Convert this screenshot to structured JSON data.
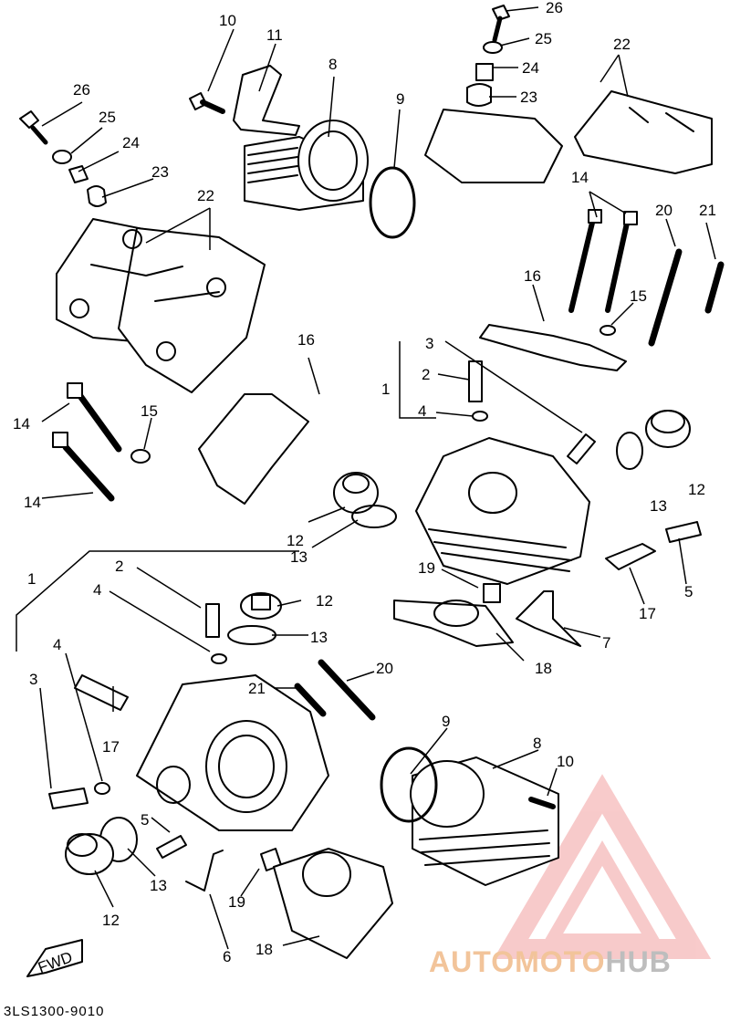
{
  "diagram_code": "3LS1300-9010",
  "fwd_label": "FWD",
  "watermark": {
    "part1": "AUTOMOTO",
    "part2": "HUB",
    "color_accent": "#f2a0a0",
    "color_text1": "#f2c49a",
    "color_text2": "#bdbdbd"
  },
  "callouts": [
    {
      "id": "c26a",
      "text": "26"
    },
    {
      "id": "c25a",
      "text": "25"
    },
    {
      "id": "c24a",
      "text": "24"
    },
    {
      "id": "c23a",
      "text": "23"
    },
    {
      "id": "c22a",
      "text": "22"
    },
    {
      "id": "c10a",
      "text": "10"
    },
    {
      "id": "c11",
      "text": "11"
    },
    {
      "id": "c8a",
      "text": "8"
    },
    {
      "id": "c9a",
      "text": "9"
    },
    {
      "id": "c26b",
      "text": "26"
    },
    {
      "id": "c25b",
      "text": "25"
    },
    {
      "id": "c24b",
      "text": "24"
    },
    {
      "id": "c23b",
      "text": "23"
    },
    {
      "id": "c22b",
      "text": "22"
    },
    {
      "id": "c14a",
      "text": "14"
    },
    {
      "id": "c20a",
      "text": "20"
    },
    {
      "id": "c21a",
      "text": "21"
    },
    {
      "id": "c16a",
      "text": "16"
    },
    {
      "id": "c15a",
      "text": "15"
    },
    {
      "id": "c3a",
      "text": "3"
    },
    {
      "id": "c2a",
      "text": "2"
    },
    {
      "id": "c1a",
      "text": "1"
    },
    {
      "id": "c4a",
      "text": "4"
    },
    {
      "id": "c16b",
      "text": "16"
    },
    {
      "id": "c14b",
      "text": "14"
    },
    {
      "id": "c15b",
      "text": "15"
    },
    {
      "id": "c14c",
      "text": "14"
    },
    {
      "id": "c12a",
      "text": "12"
    },
    {
      "id": "c13a",
      "text": "13"
    },
    {
      "id": "c12b",
      "text": "12"
    },
    {
      "id": "c13b",
      "text": "13"
    },
    {
      "id": "c5a",
      "text": "5"
    },
    {
      "id": "c17a",
      "text": "17"
    },
    {
      "id": "c19a",
      "text": "19"
    },
    {
      "id": "c7",
      "text": "7"
    },
    {
      "id": "c18a",
      "text": "18"
    },
    {
      "id": "c2b",
      "text": "2"
    },
    {
      "id": "c1b",
      "text": "1"
    },
    {
      "id": "c4b",
      "text": "4"
    },
    {
      "id": "c12c",
      "text": "12"
    },
    {
      "id": "c13c",
      "text": "13"
    },
    {
      "id": "c20b",
      "text": "20"
    },
    {
      "id": "c21b",
      "text": "21"
    },
    {
      "id": "c4c",
      "text": "4"
    },
    {
      "id": "c3b",
      "text": "3"
    },
    {
      "id": "c17b",
      "text": "17"
    },
    {
      "id": "c9b",
      "text": "9"
    },
    {
      "id": "c8b",
      "text": "8"
    },
    {
      "id": "c10b",
      "text": "10"
    },
    {
      "id": "c5b",
      "text": "5"
    },
    {
      "id": "c13d",
      "text": "13"
    },
    {
      "id": "c12d",
      "text": "12"
    },
    {
      "id": "c19b",
      "text": "19"
    },
    {
      "id": "c6",
      "text": "6"
    },
    {
      "id": "c18b",
      "text": "18"
    }
  ]
}
